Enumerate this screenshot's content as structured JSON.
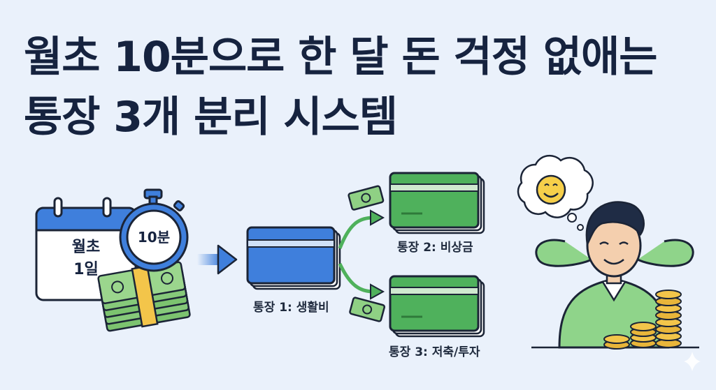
{
  "title": {
    "line1": "월초 10분으로 한 달 돈 걱정 없애는",
    "line2": "통장 3개 분리 시스템"
  },
  "calendar": {
    "line1": "월초",
    "line2": "1일"
  },
  "timer": {
    "label": "10분"
  },
  "accounts": {
    "living": "통장 1: 생활비",
    "emergency": "통장 2: 비상금",
    "savings": "통장 3: 저축/투자"
  },
  "icons": [
    "calendar-icon",
    "stopwatch-icon",
    "cash-stack-icon",
    "arrow-right-icon",
    "wallet-icon",
    "banknote-icon",
    "smiley-icon",
    "coin-stack-icon",
    "sparkle-icon"
  ],
  "colors": {
    "title": "#16233f",
    "background": "#eaf1fb",
    "blue_account": "#3f7fdc",
    "green_account": "#4fb15c",
    "cash": "#5fae5a"
  }
}
